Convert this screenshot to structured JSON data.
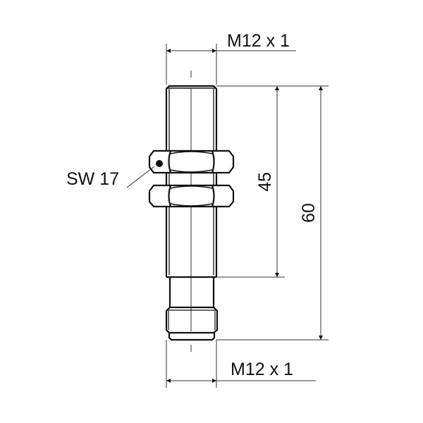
{
  "drawing": {
    "thread_top_label": "M12 x 1",
    "thread_bottom_label": "M12 x 1",
    "wrench_size_label": "SW 17",
    "thread_length_label": "45",
    "total_length_label": "60"
  },
  "colors": {
    "line": "#111111",
    "thin": "#333333"
  }
}
